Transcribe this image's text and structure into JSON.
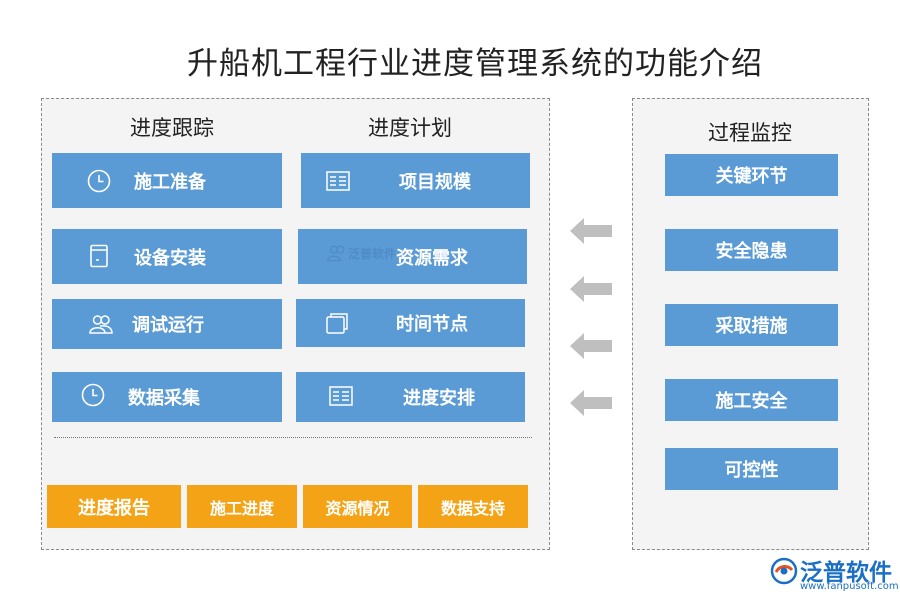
{
  "title": "升船机工程行业进度管理系统的功能介绍",
  "left_panel": {
    "col1_header": "进度跟踪",
    "col2_header": "进度计划",
    "tracking": [
      {
        "label": "施工准备",
        "icon": "clock-icon"
      },
      {
        "label": "设备安装",
        "icon": "document-icon"
      },
      {
        "label": "调试运行",
        "icon": "users-icon"
      },
      {
        "label": "数据采集",
        "icon": "clock-icon"
      }
    ],
    "planning": [
      {
        "label": "项目规模",
        "icon": "list-icon"
      },
      {
        "label": "资源需求",
        "icon": "users-icon"
      },
      {
        "label": "时间节点",
        "icon": "pages-icon"
      },
      {
        "label": "进度安排",
        "icon": "list-icon"
      }
    ],
    "bottom": [
      "进度报告",
      "施工进度",
      "资源情况",
      "数据支持"
    ]
  },
  "right_panel": {
    "header": "过程监控",
    "items": [
      "关键环节",
      "安全隐患",
      "采取措施",
      "施工安全",
      "可控性"
    ]
  },
  "watermark": "泛普软件",
  "brand": {
    "name": "泛普软件",
    "url": "www.fanpusoft.com"
  },
  "colors": {
    "box": "#5b9bd5",
    "orange": "#f5a316",
    "arrow": "#bfbfbf"
  }
}
